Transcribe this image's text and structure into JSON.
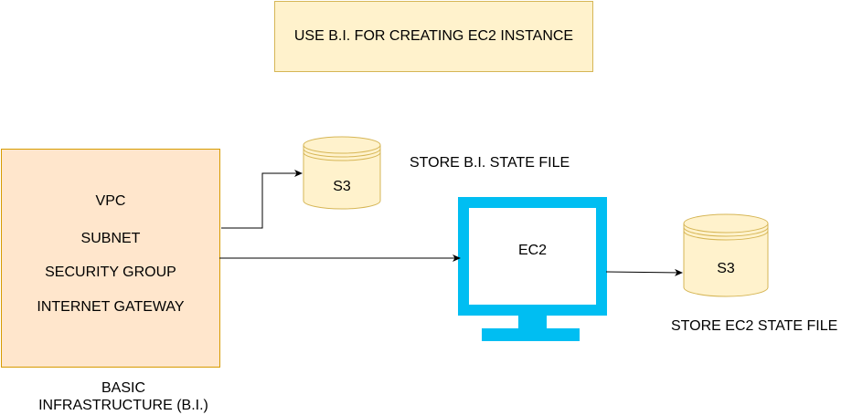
{
  "title": "USE B.I. FOR CREATING EC2 INSTANCE",
  "basic_infrastructure": {
    "items": [
      "VPC",
      "SUBNET",
      "SECURITY GROUP",
      "INTERNET GATEWAY"
    ],
    "caption_line1": "BASIC",
    "caption_line2": "INFRASTRUCTURE (B.I.)"
  },
  "s3_bi": {
    "label": "S3",
    "caption": "STORE  B.I. STATE FILE"
  },
  "ec2": {
    "label": "EC2"
  },
  "s3_ec2": {
    "label": "S3",
    "caption": "STORE  EC2 STATE FILE"
  },
  "colors": {
    "title_fill": "#fff2cc",
    "title_stroke": "#d6b656",
    "bi_fill": "#ffe6cc",
    "bi_stroke": "#d79b00",
    "s3_fill": "#fff2cc",
    "s3_stroke": "#d6b656",
    "monitor": "#00bef2"
  }
}
